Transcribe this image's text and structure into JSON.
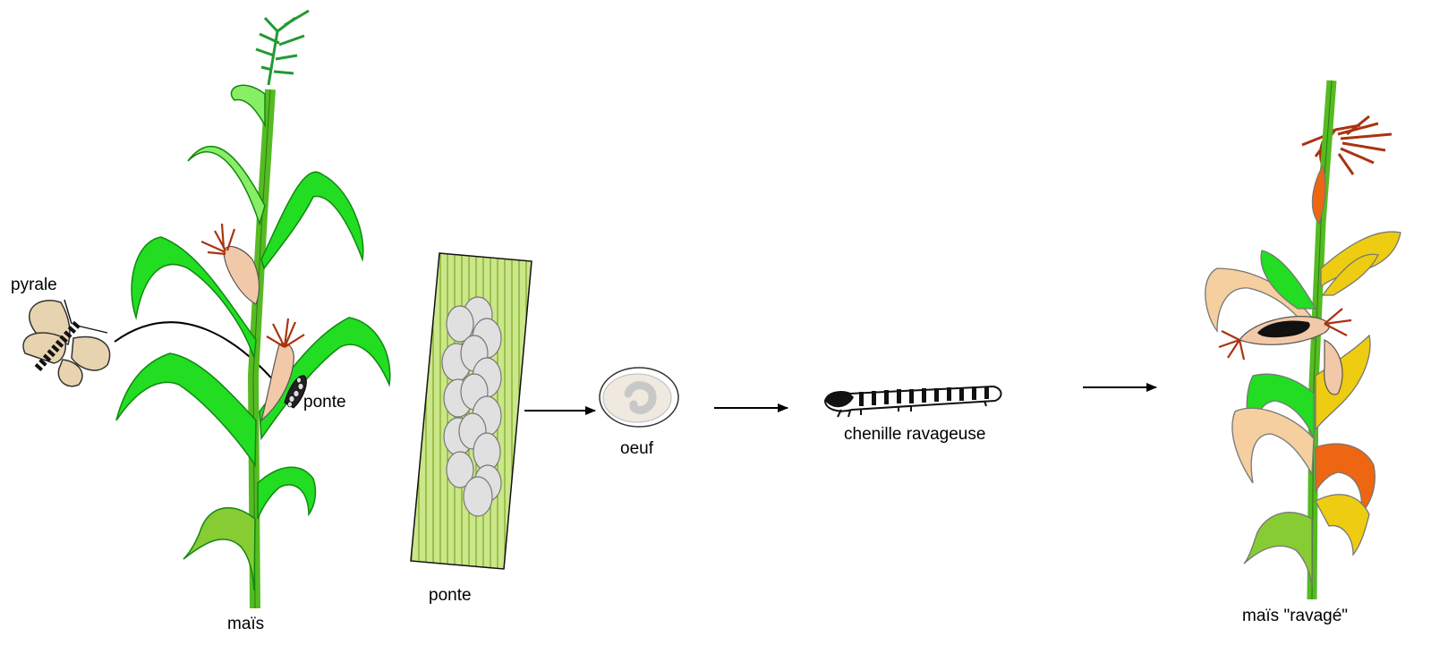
{
  "labels": {
    "pyrale": "pyrale",
    "ponte_on_plant": "ponte",
    "mais": "maïs",
    "ponte_card": "ponte",
    "oeuf": "oeuf",
    "chenille": "chenille ravageuse",
    "mais_ravage": "maïs \"ravagé\""
  },
  "colors": {
    "leaf_green": "#22dd22",
    "leaf_dark": "#118811",
    "stem": "#55bb22",
    "cob": "#f2c9a8",
    "silk": "#aa3311",
    "tassel": "#229933",
    "moth": "#e8d3b0",
    "card": "#cce68a",
    "card_line": "#77aa22",
    "egg": "#e0e0e0",
    "damaged_yellow": "#eecc11",
    "damaged_orange": "#ee6611",
    "damaged_peach": "#f5cfa0"
  }
}
